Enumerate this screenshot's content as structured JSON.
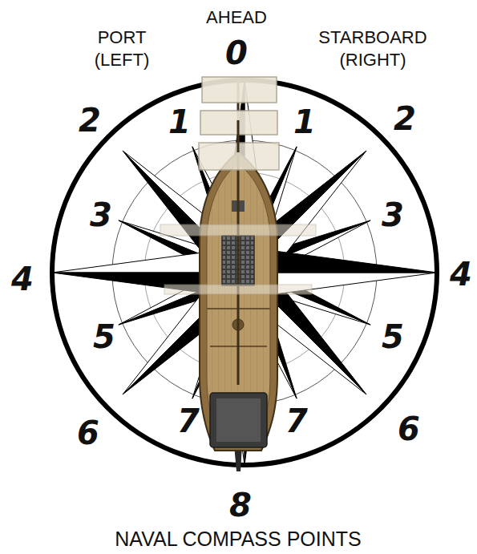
{
  "diagram": {
    "title": "NAVAL COMPASS POINTS",
    "labels": [
      "AHEAD",
      "PORT (LEFT)",
      "STARBOARD (RIGHT)",
      "0",
      "1",
      "1",
      "2",
      "2",
      "3",
      "3",
      "4",
      "4",
      "5",
      "5",
      "6",
      "6",
      "7",
      "7",
      "8"
    ]
  }
}
